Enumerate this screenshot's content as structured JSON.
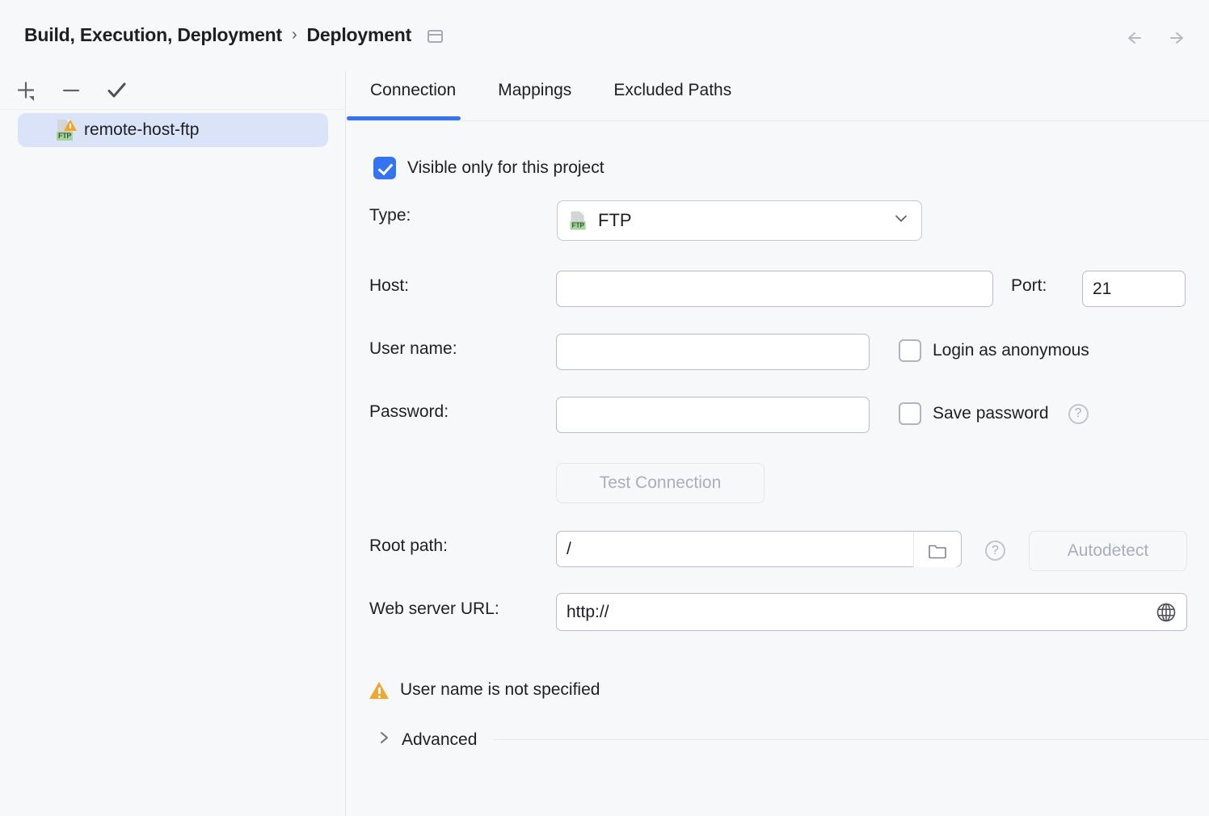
{
  "header": {
    "breadcrumb": [
      "Build, Execution, Deployment",
      "Deployment"
    ],
    "separator": "›",
    "panel_icon": "panel-icon",
    "back_icon": "arrow-left-icon",
    "forward_icon": "arrow-right-icon"
  },
  "sidebar": {
    "toolbar": {
      "add_label": "+",
      "remove_label": "−",
      "check_label": "✓"
    },
    "items": [
      {
        "label": "remote-host-ftp",
        "badge": "FTP",
        "selected": true
      }
    ]
  },
  "panel": {
    "tabs": [
      {
        "label": "Connection",
        "active": true
      },
      {
        "label": "Mappings",
        "active": false
      },
      {
        "label": "Excluded Paths",
        "active": false
      }
    ],
    "visible_only": {
      "label": "Visible only for this project",
      "checked": true
    },
    "type": {
      "label": "Type:",
      "value": "FTP",
      "badge": "FTP"
    },
    "host": {
      "label": "Host:",
      "value": ""
    },
    "port": {
      "label": "Port:",
      "value": "21"
    },
    "username": {
      "label": "User name:",
      "value": ""
    },
    "login_anonymous": {
      "label": "Login as anonymous",
      "checked": false
    },
    "password": {
      "label": "Password:",
      "value": ""
    },
    "save_password": {
      "label": "Save password",
      "checked": false,
      "help": "?"
    },
    "test_connection": {
      "label": "Test Connection",
      "enabled": false
    },
    "root_path": {
      "label": "Root path:",
      "value": "/",
      "help": "?",
      "browse_icon": "folder-icon"
    },
    "autodetect": {
      "label": "Autodetect",
      "enabled": false
    },
    "web_server_url": {
      "label": "Web server URL:",
      "value": "http://",
      "open_icon": "globe-icon"
    },
    "warning": {
      "text": "User name is not specified",
      "icon": "warning-triangle-icon"
    },
    "advanced": {
      "label": "Advanced",
      "expanded": false,
      "icon": "chevron-right-icon"
    }
  },
  "colors": {
    "accent": "#3574f0",
    "background": "#f7f8fa",
    "selection": "#dbe3f8",
    "warning": "#f0a732",
    "ftp_badge": "#a6d49a"
  }
}
